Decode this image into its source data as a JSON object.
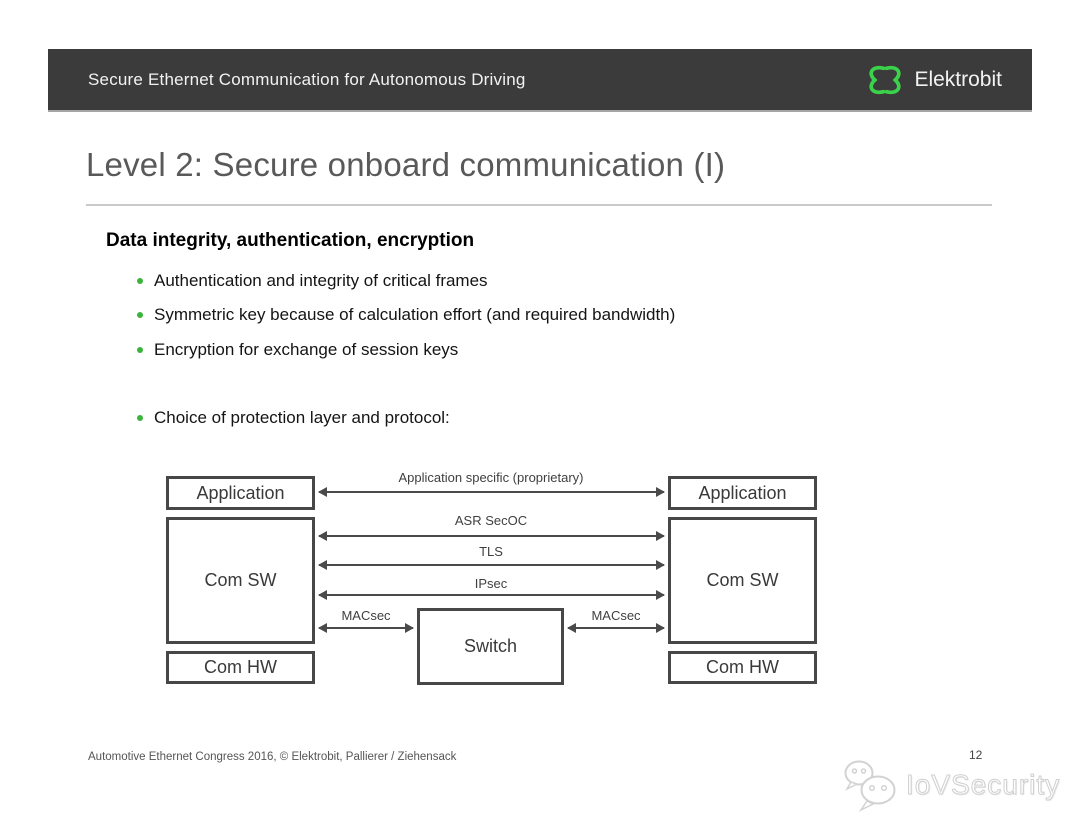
{
  "header": {
    "title": "Secure Ethernet Communication for Autonomous Driving",
    "brand": "Elektrobit"
  },
  "slide": {
    "title": "Level 2: Secure onboard communication (I)",
    "section_heading": "Data integrity, authentication, encryption",
    "bullets": [
      "Authentication and integrity of critical frames",
      "Symmetric key because of calculation effort (and required bandwidth)",
      "Encryption for exchange of session keys"
    ],
    "choice_bullet": "Choice of protection layer and protocol:"
  },
  "diagram": {
    "left": {
      "application": "Application",
      "com_sw": "Com SW",
      "com_hw": "Com HW"
    },
    "right": {
      "application": "Application",
      "com_sw": "Com SW",
      "com_hw": "Com HW"
    },
    "switch": "Switch",
    "links": {
      "app_specific": "Application specific (proprietary)",
      "asr_secoc": "ASR SecOC",
      "tls": "TLS",
      "ipsec": "IPsec",
      "macsec_left": "MACsec",
      "macsec_right": "MACsec"
    }
  },
  "footer": {
    "credit": "Automotive Ethernet Congress 2016, © Elektrobit, Pallierer / Ziehensack",
    "page_number": "12"
  },
  "watermark": {
    "text": "IoVSecurity"
  },
  "colors": {
    "header_bg": "#3b3b3b",
    "logo_green": "#3bd24b",
    "bullet_green": "#3cb43c",
    "title_gray": "#595959",
    "diagram_line": "#4a4a4a",
    "watermark_gray": "#d0d0d0"
  }
}
